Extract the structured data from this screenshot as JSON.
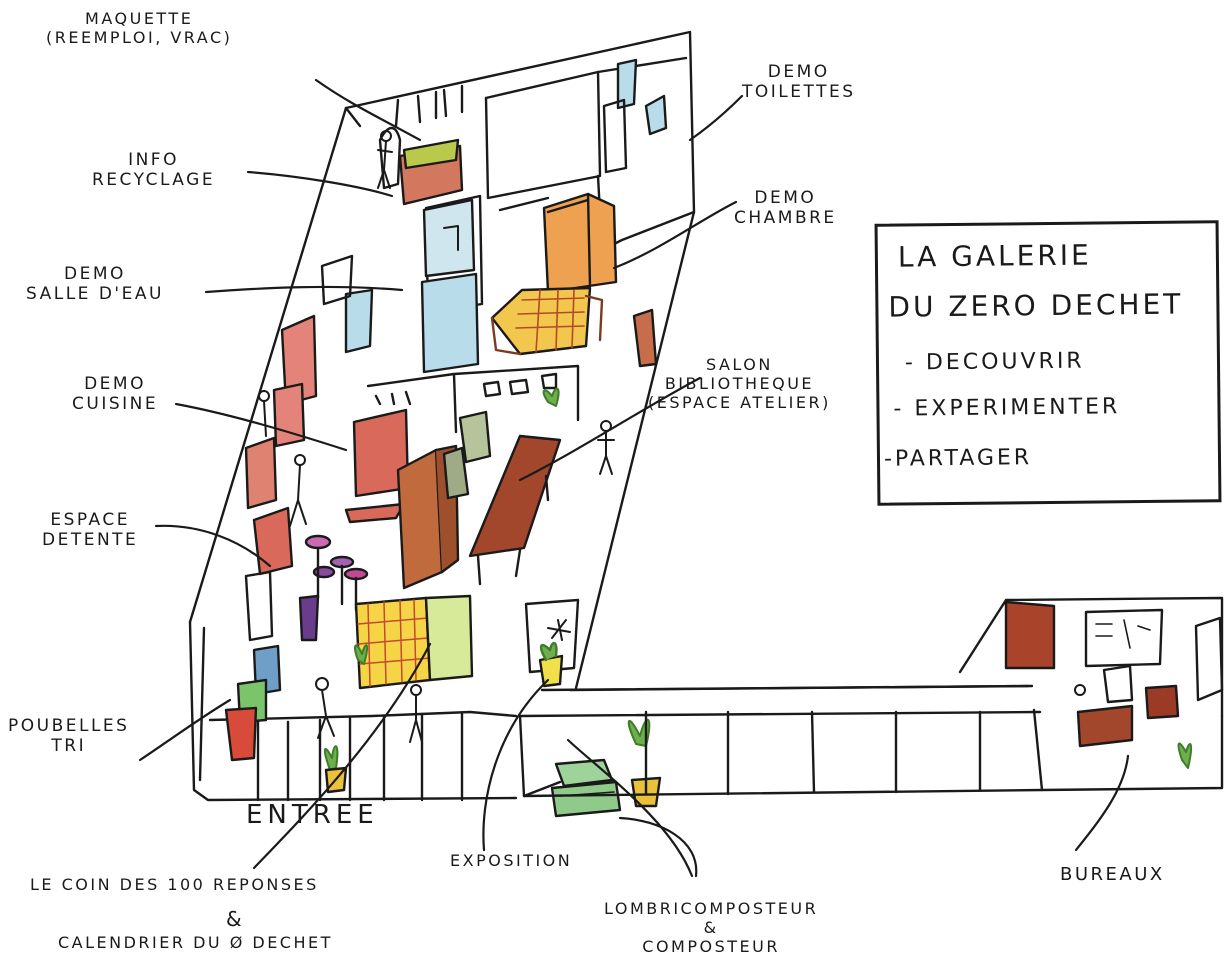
{
  "title_box": {
    "line1": "LA GALERIE",
    "line2": "DU ZERO DECHET",
    "bullets": [
      "- DECOUVRIR",
      "- EXPERIMENTER",
      "-PARTAGER"
    ]
  },
  "labels": {
    "maquette": [
      "MAQUETTE",
      "(REEMPLOI, VRAC)"
    ],
    "info_recyclage": [
      "INFO",
      "RECYCLAGE"
    ],
    "demo_salle_eau": [
      "DEMO",
      "SALLE D'EAU"
    ],
    "demo_cuisine": [
      "DEMO",
      "CUISINE"
    ],
    "espace_detente": [
      "ESPACE",
      "DETENTE"
    ],
    "poubelles_tri": [
      "POUBELLES",
      "TRI"
    ],
    "entree": "ENTREE",
    "coin_100_reponses": "LE COIN DES 100 REPONSES",
    "calendrier_amp": "&",
    "calendrier": "CALENDRIER DU Ø DECHET",
    "exposition": "EXPOSITION",
    "lombricomposteur": [
      "LOMBRICOMPOSTEUR",
      "&",
      "COMPOSTEUR"
    ],
    "bureaux": "BUREAUX",
    "demo_toilettes": [
      "DEMO",
      "TOILETTES"
    ],
    "demo_chambre": [
      "DEMO",
      "CHAMBRE"
    ],
    "salon_bibliotheque": [
      "SALON",
      "BIBLIOTHEQUE",
      "(ESPACE ATELIER)"
    ]
  },
  "colors": {
    "ink": "#1a1a1a",
    "kitchen_red": "#d9695a",
    "bathroom_blue": "#b9dcea",
    "wardrobe_orange": "#eea150",
    "bed_yellow": "#f3c64e",
    "table_brown": "#a2472c",
    "plant_green": "#6fae4d",
    "compost_green": "#8fca8a",
    "stool_purple": "#8b4a9f"
  }
}
